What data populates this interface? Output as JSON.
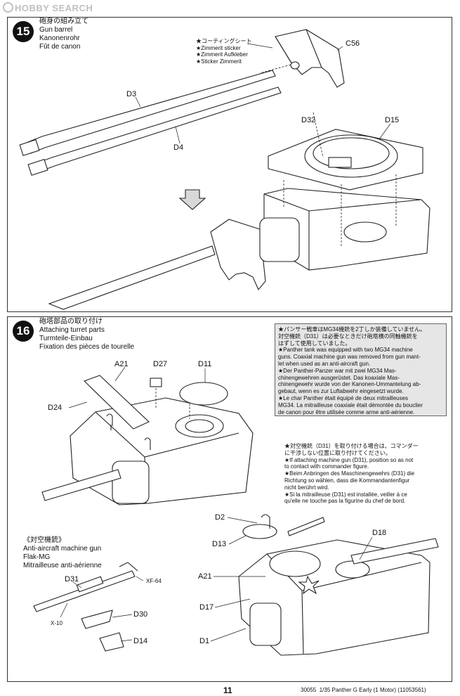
{
  "watermark": "HOBBY SEARCH",
  "step15": {
    "number": "15",
    "title_jp": "砲身の組み立て",
    "title_en": "Gun barrel",
    "title_de": "Kanonenrohr",
    "title_fr": "Fût de canon",
    "sticker": [
      "★コーティングシート",
      "★Zimmerit sticker",
      "★Zimmerit Aufkleber",
      "★Sticker Zimmerit"
    ],
    "parts": {
      "c56": "C56",
      "d3": "D3",
      "d4": "D4",
      "d32": "D32",
      "d15": "D15"
    }
  },
  "step16": {
    "number": "16",
    "title_jp": "砲塔部品の取り付け",
    "title_en": "Attaching turret parts",
    "title_de": "Turmteile-Einbau",
    "title_fr": "Fixation des pièces de tourelle",
    "notice1": [
      "★パンサー戦車はMG34機銃を2丁しか装備していません。",
      "対空機銃（D31）は必要なときだけ砲塔横の同軸機銃を",
      "はずして使用していました。",
      "★Panther tank was equipped with two MG34 machine",
      "guns. Coaxial machine gun was removed from gun mant-",
      "let when used as an anti-aircraft gun.",
      "★Der Panther-Panzer war mit zwei MG34 Mas-",
      "chinengewehren ausgerüstet. Das koaxiale Mas-",
      "chinengewehr wurde von der Kanonen-Ummantelung ab-",
      "gebaut, wenn es zur Luftabwehr eingesetzt wurde.",
      "★Le char Panther était équipé de deux mitrailleuses",
      "MG34. La mitrailleuse coaxiale était démontée du bouclier",
      "de canon pour être utilisée comme arme anti-aérienne."
    ],
    "notice2": [
      "★対空機銃（D31）を取り付ける場合は、コマンダー",
      "に干渉しない位置に取り付けてください。",
      "★If attaching machine gun (D31), position so as not",
      "to contact with commander figure.",
      "★Beim Anbringen des Maschinengewehrs (D31) die",
      "Richtung so wählen, dass die Kommandantenfigur",
      "nicht berührt wird.",
      "★Si la mitrailleuse (D31) est installée, veiller à ce",
      "qu'elle ne touche pas la figurine du chef de bord."
    ],
    "aa_gun": [
      "《対空機銃》",
      "Anti-aircraft machine gun",
      "Flak-MG",
      "Mitrailleuse anti-aérienne"
    ],
    "parts": {
      "a21": "A21",
      "d27": "D27",
      "d11": "D11",
      "d24": "D24",
      "d31": "D31",
      "xf64": "XF-64",
      "x10": "X-10",
      "d30": "D30",
      "d14": "D14",
      "d2": "D2",
      "d13": "D13",
      "d18": "D18",
      "a21b": "A21",
      "d17": "D17",
      "d1": "D1"
    }
  },
  "footer": {
    "page": "11",
    "code": "30055",
    "product": "1/35 Panther G Early (1 Motor) (11053561)"
  }
}
